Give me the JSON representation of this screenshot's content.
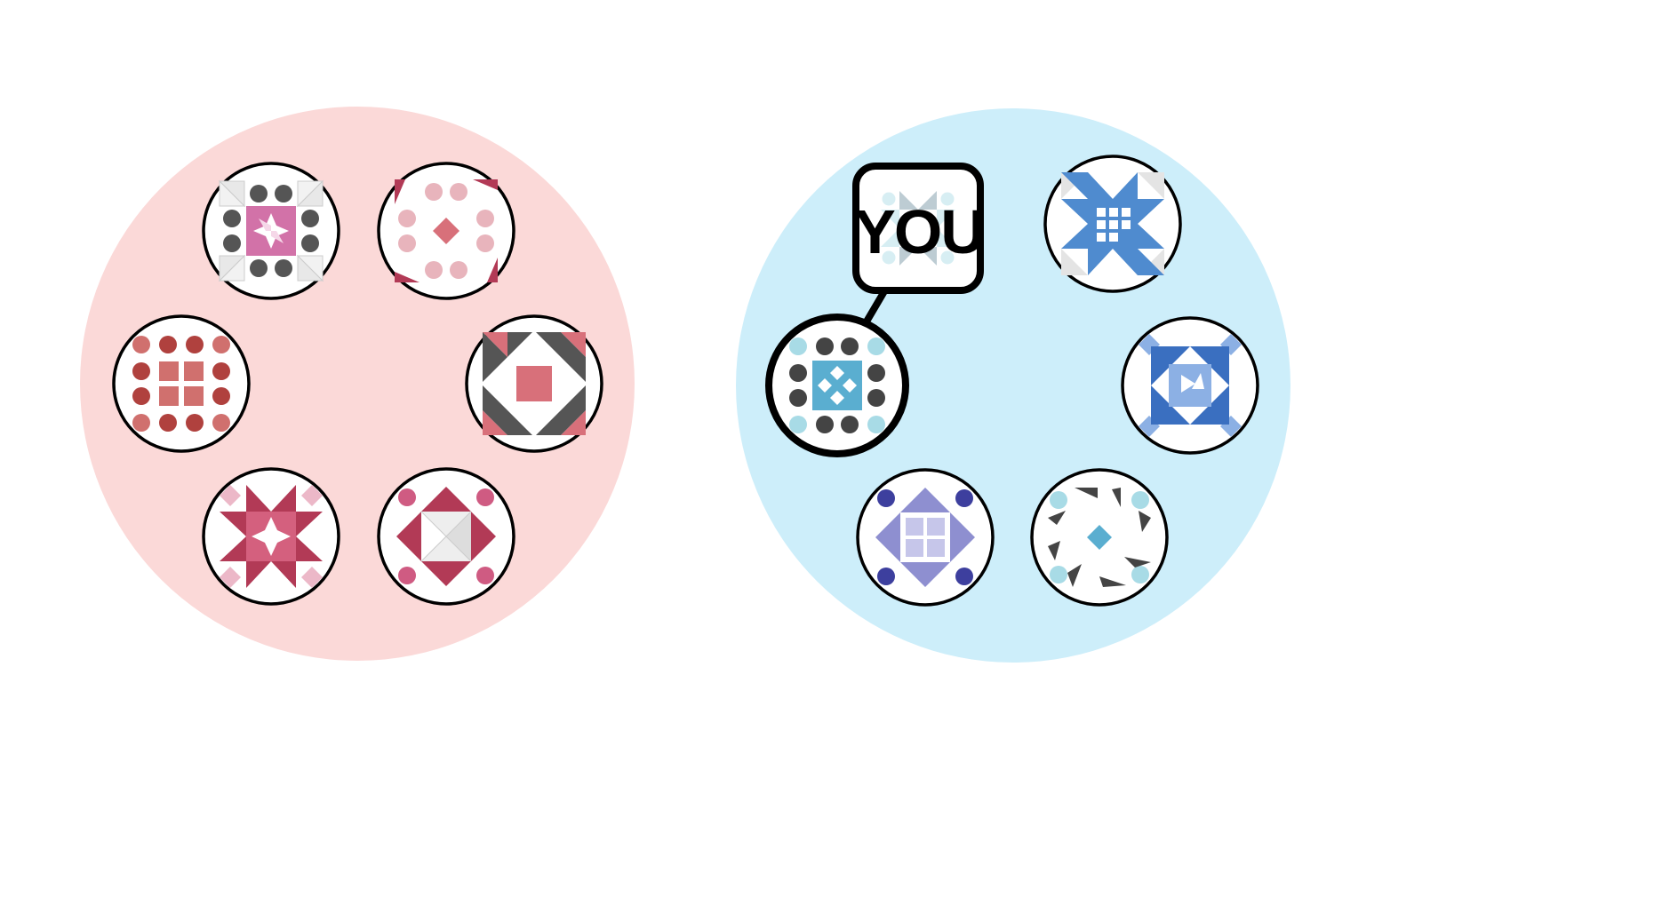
{
  "game": {
    "teams": [
      {
        "id": "red-team",
        "color": "#fbd9d8",
        "players": [
          {
            "id": "red-1",
            "pattern": "pinwheel-star",
            "colors": [
              "#d272a8",
              "#555555",
              "#eeeeee"
            ]
          },
          {
            "id": "red-2",
            "pattern": "dot-ring-diamond",
            "colors": [
              "#e8b4bc",
              "#b23a56",
              "#d8707a"
            ]
          },
          {
            "id": "red-3",
            "pattern": "dot-grid",
            "colors": [
              "#b0413e",
              "#d0706e"
            ]
          },
          {
            "id": "red-4",
            "pattern": "arrow-cross",
            "colors": [
              "#d8707a",
              "#555555"
            ]
          },
          {
            "id": "red-5",
            "pattern": "star-block",
            "colors": [
              "#b23a56",
              "#d4607e",
              "#ecb8c8"
            ]
          },
          {
            "id": "red-6",
            "pattern": "square-in-diamond",
            "colors": [
              "#b23a56",
              "#cf5b82",
              "#eeeeee"
            ]
          }
        ]
      },
      {
        "id": "blue-team",
        "color": "#cdeefa",
        "players": [
          {
            "id": "blue-you",
            "pattern": "dot-ring-lattice",
            "colors": [
              "#5aaed0",
              "#444444",
              "#a8dbe6"
            ],
            "is_you": true
          },
          {
            "id": "blue-2",
            "pattern": "star-grid",
            "colors": [
              "#4f8bcf",
              "#eeeeee"
            ]
          },
          {
            "id": "blue-3",
            "pattern": "diamond-block",
            "colors": [
              "#3a6fc0",
              "#8cb0e4"
            ]
          },
          {
            "id": "blue-4",
            "pattern": "square-in-diamond",
            "colors": [
              "#8e8fd0",
              "#3d3f9e",
              "#c6c6ea"
            ]
          },
          {
            "id": "blue-5",
            "pattern": "scattered-triangles",
            "colors": [
              "#444444",
              "#a8dbe6",
              "#5aaed0"
            ]
          }
        ]
      }
    ],
    "you_label": "YOU"
  }
}
